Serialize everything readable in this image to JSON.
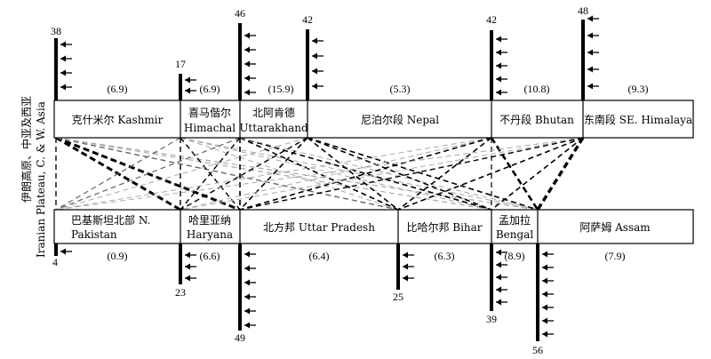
{
  "side_label": {
    "line1": "伊朗高原、中亚及西亚",
    "line2": "Iranian Plateau, C. & W. Asia"
  },
  "top_regions": [
    {
      "line1": "克什米尔 Kashmir",
      "line2": "",
      "ratio": "(6.9)",
      "count": "38"
    },
    {
      "line1": "喜马偕尔",
      "line2": "Himachal",
      "ratio": "(6.9)",
      "count": "17"
    },
    {
      "line1": "北阿肯德",
      "line2": "Uttarakhand",
      "ratio": "(15.9)",
      "count": "46"
    },
    {
      "line1": "尼泊尔段 Nepal",
      "line2": "",
      "ratio": "(5.3)",
      "count": "42"
    },
    {
      "line1": "不丹段 Bhutan",
      "line2": "",
      "ratio": "(10.8)",
      "count": "42"
    },
    {
      "line1": "东南段 SE. Himalaya",
      "line2": "",
      "ratio": "(9.3)",
      "count": "48"
    }
  ],
  "bottom_regions": [
    {
      "line1": "巴基斯坦北部 N.",
      "line2": "Pakistan",
      "ratio": "(0.9)",
      "count": "4"
    },
    {
      "line1": "哈里亚纳",
      "line2": "Haryana",
      "ratio": "(6.6)",
      "count": "23"
    },
    {
      "line1": "北方邦 Uttar Pradesh",
      "line2": "",
      "ratio": "(6.4)",
      "count": "49"
    },
    {
      "line1": "比哈尔邦 Bihar",
      "line2": "",
      "ratio": "(6.3)",
      "count": "25"
    },
    {
      "line1": "孟加拉",
      "line2": "Bengal",
      "ratio": "(8.9)",
      "count": "39"
    },
    {
      "line1": "阿萨姆 Assam",
      "line2": "",
      "ratio": "(7.9)",
      "count": "56"
    }
  ],
  "styles": {
    "line_color": "#000000",
    "light_line_color": "#aaaaaa",
    "mid_line_color": "#666666"
  }
}
